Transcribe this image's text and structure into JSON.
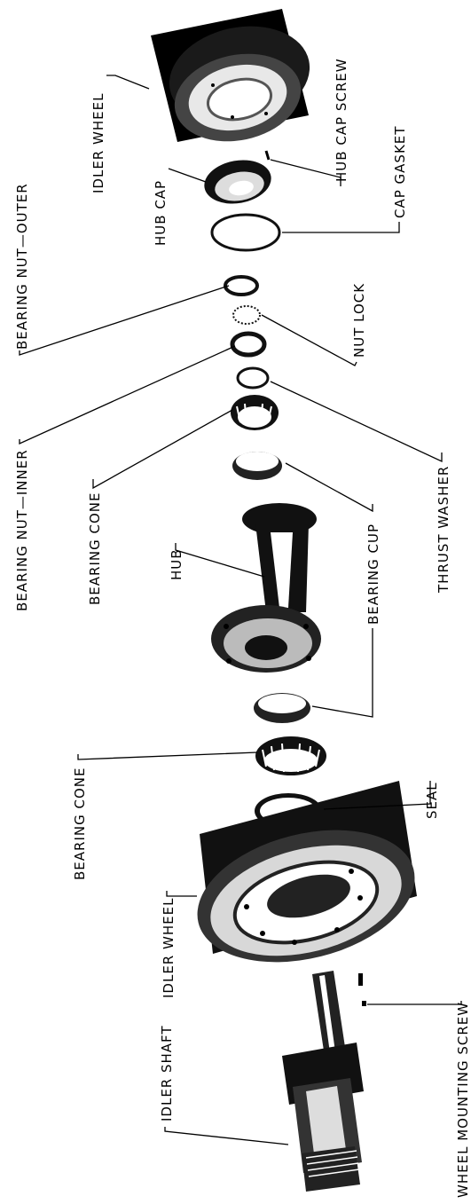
{
  "labels": {
    "bearing_nut_outer": "BEARING NUT—OUTER",
    "idler_wheel_top": "IDLER WHEEL",
    "hub_cap": "HUB CAP",
    "hub_cap_screw": "HUB CAP SCREW",
    "cap_gasket": "CAP GASKET",
    "nut_lock": "NUT LOCK",
    "bearing_nut_inner": "BEARING NUT—INNER",
    "thrust_washer": "THRUST WASHER",
    "bearing_cone_upper": "BEARING CONE",
    "bearing_cup": "BEARING CUP",
    "hub": "HUB",
    "bearing_cone_lower": "BEARING CONE",
    "seal": "SEAL",
    "idler_wheel_bottom": "IDLER WHEEL",
    "idler_shaft": "IDLER SHAFT",
    "wheel_mounting_screw": "WHEEL MOUNTING SCREW"
  }
}
